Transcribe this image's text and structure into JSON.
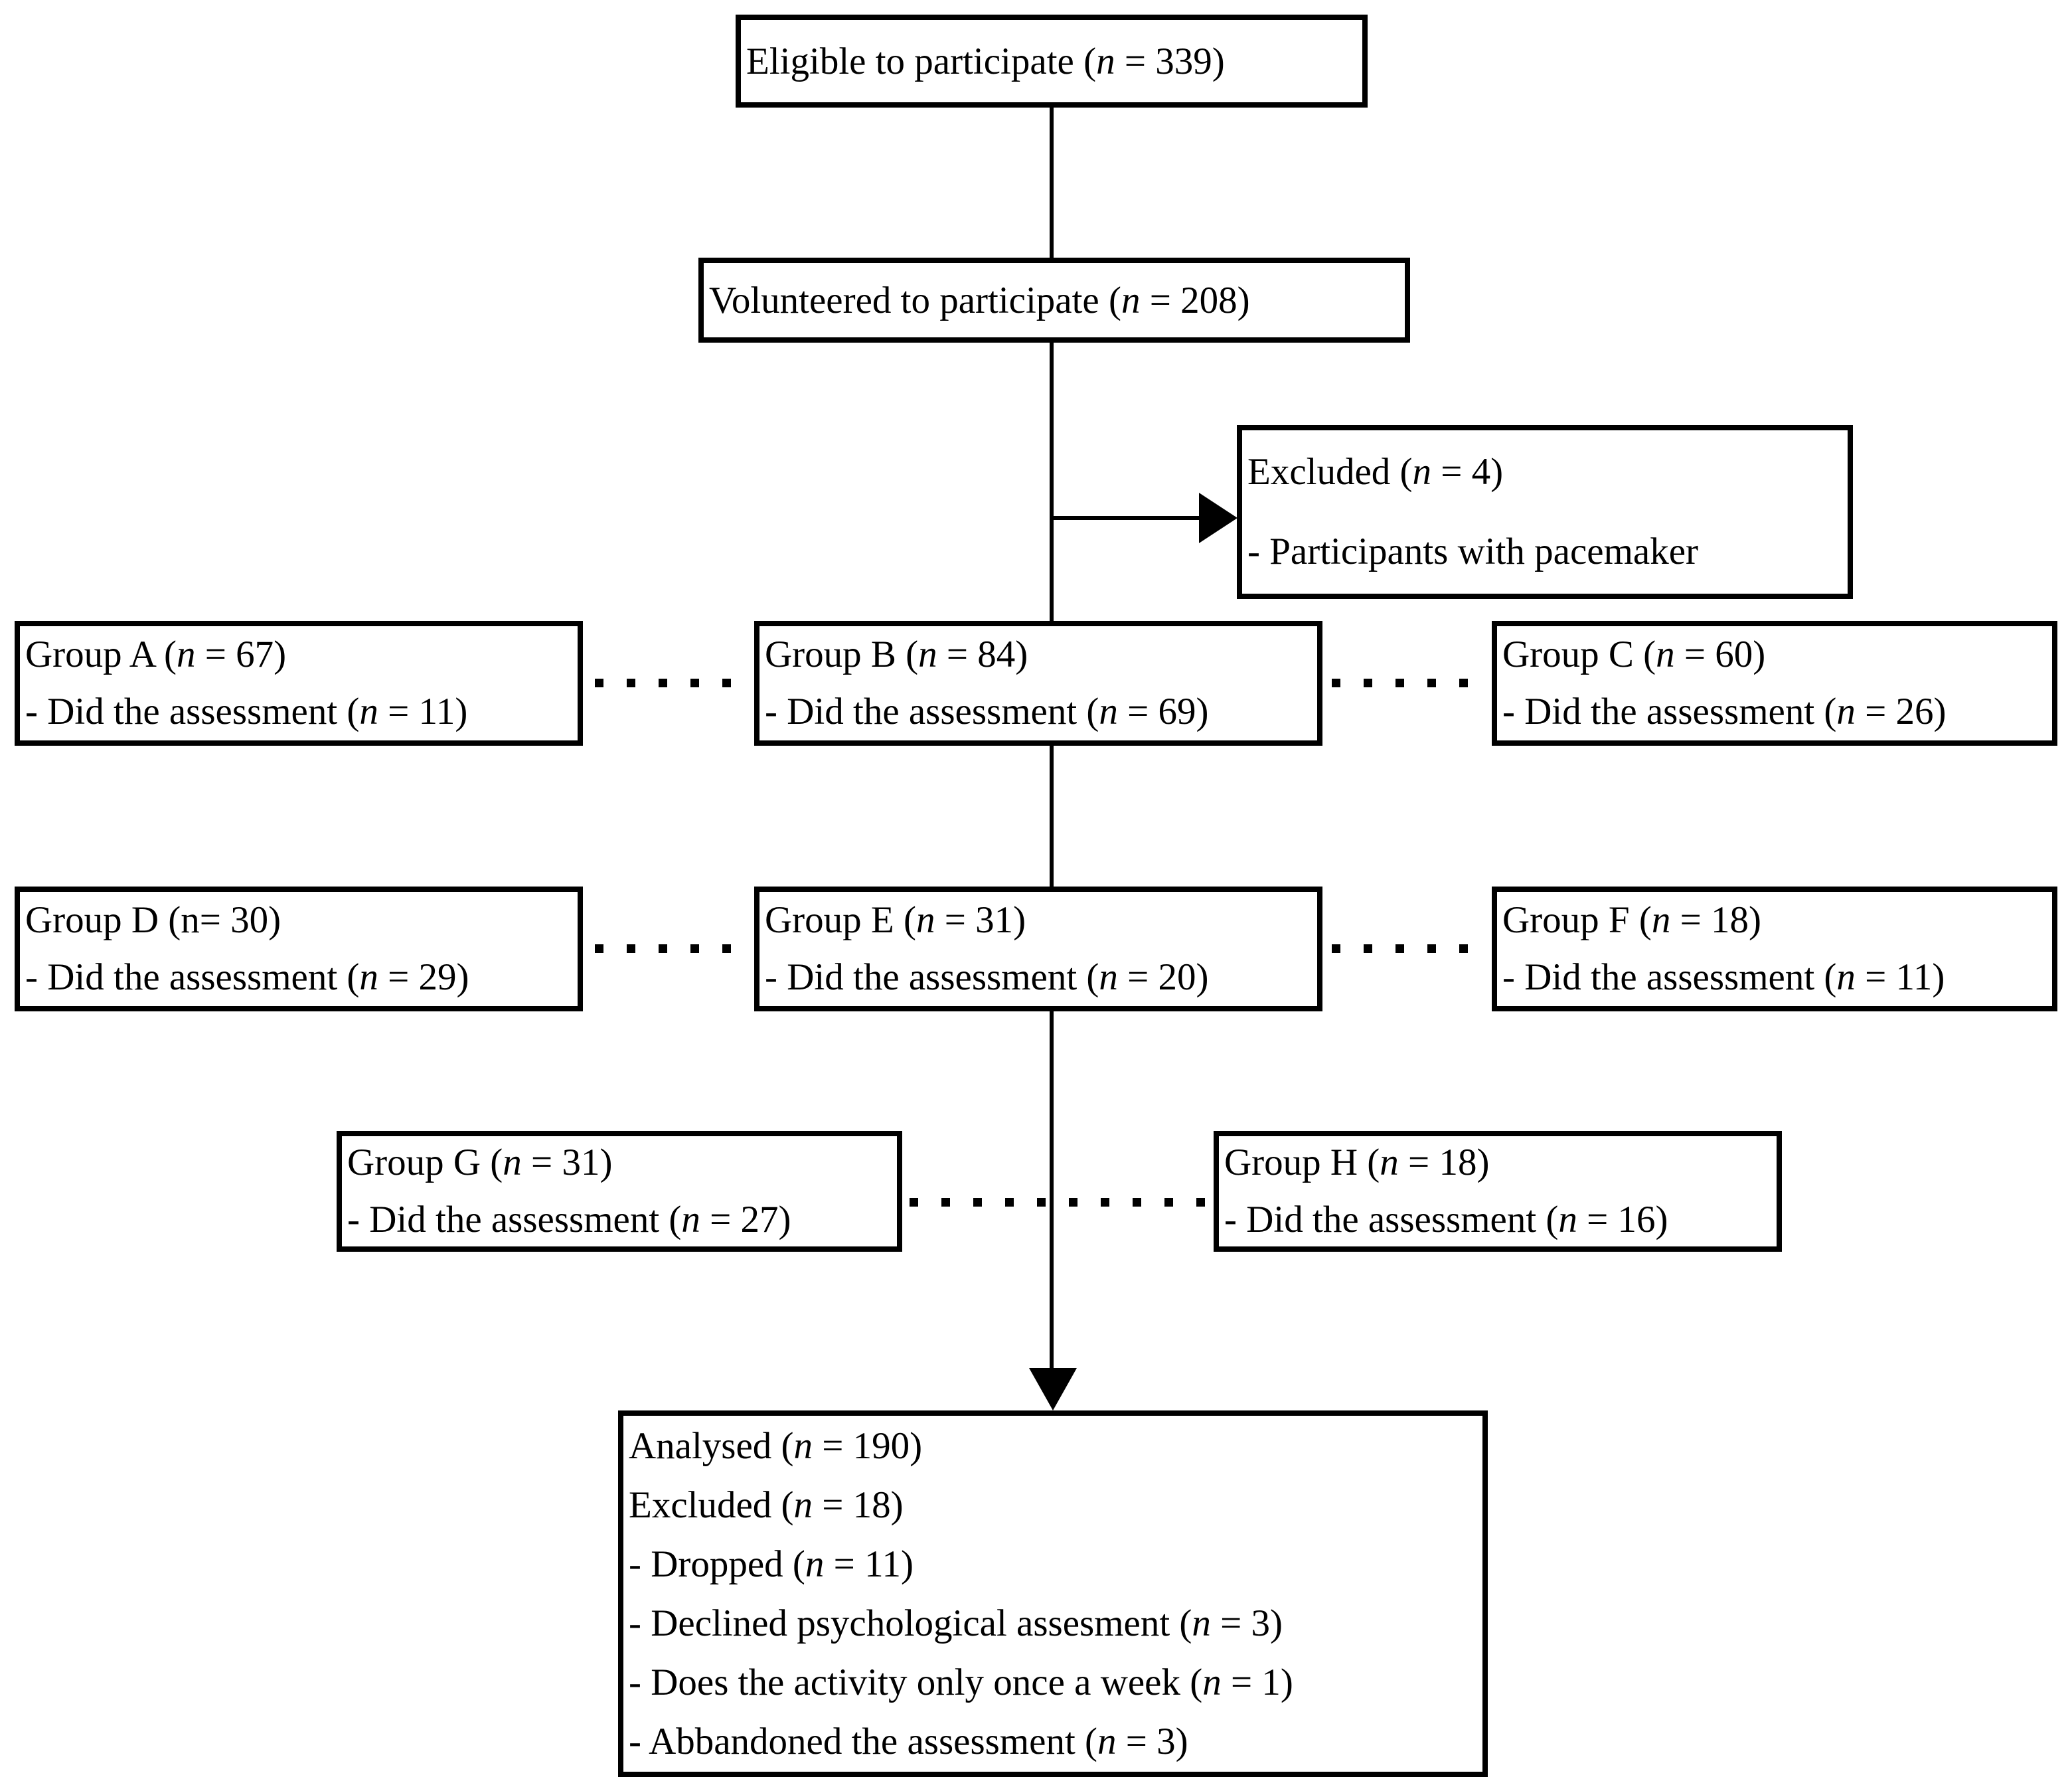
{
  "colors": {
    "ink": "#000000",
    "paper": "#ffffff"
  },
  "flowchart": {
    "eligible": {
      "lines": [
        "Eligible to participate (n = 339)"
      ]
    },
    "volunteered": {
      "lines": [
        "Volunteered to participate (n = 208)"
      ]
    },
    "excluded": {
      "lines": [
        "Excluded (n = 4)",
        "- Participants with pacemaker"
      ]
    },
    "group_a": {
      "lines": [
        "Group A (n = 67)",
        "- Did the assessment (n = 11)"
      ]
    },
    "group_b": {
      "lines": [
        "Group B (n = 84)",
        "- Did the assessment (n = 69)"
      ]
    },
    "group_c": {
      "lines": [
        "Group C (n = 60)",
        "- Did the assessment (n = 26)"
      ]
    },
    "group_d": {
      "lines": [
        "Group D (n= 30)",
        "- Did the assessment (n = 29)"
      ]
    },
    "group_e": {
      "lines": [
        "Group E (n = 31)",
        "- Did the assessment (n = 20)"
      ]
    },
    "group_f": {
      "lines": [
        "Group F (n = 18)",
        "- Did the assessment (n = 11)"
      ]
    },
    "group_g": {
      "lines": [
        "Group G (n = 31)",
        "- Did the assessment (n = 27)"
      ]
    },
    "group_h": {
      "lines": [
        "Group H (n = 18)",
        "- Did the assessment (n = 16)"
      ]
    },
    "analysed": {
      "lines": [
        "Analysed (n = 190)",
        "Excluded (n = 18)",
        "- Dropped (n = 11)",
        "- Declined psychological assesment (n = 3)",
        "- Does the activity only once a week (n = 1)",
        "- Abbandoned the assessment (n = 3)"
      ]
    }
  }
}
